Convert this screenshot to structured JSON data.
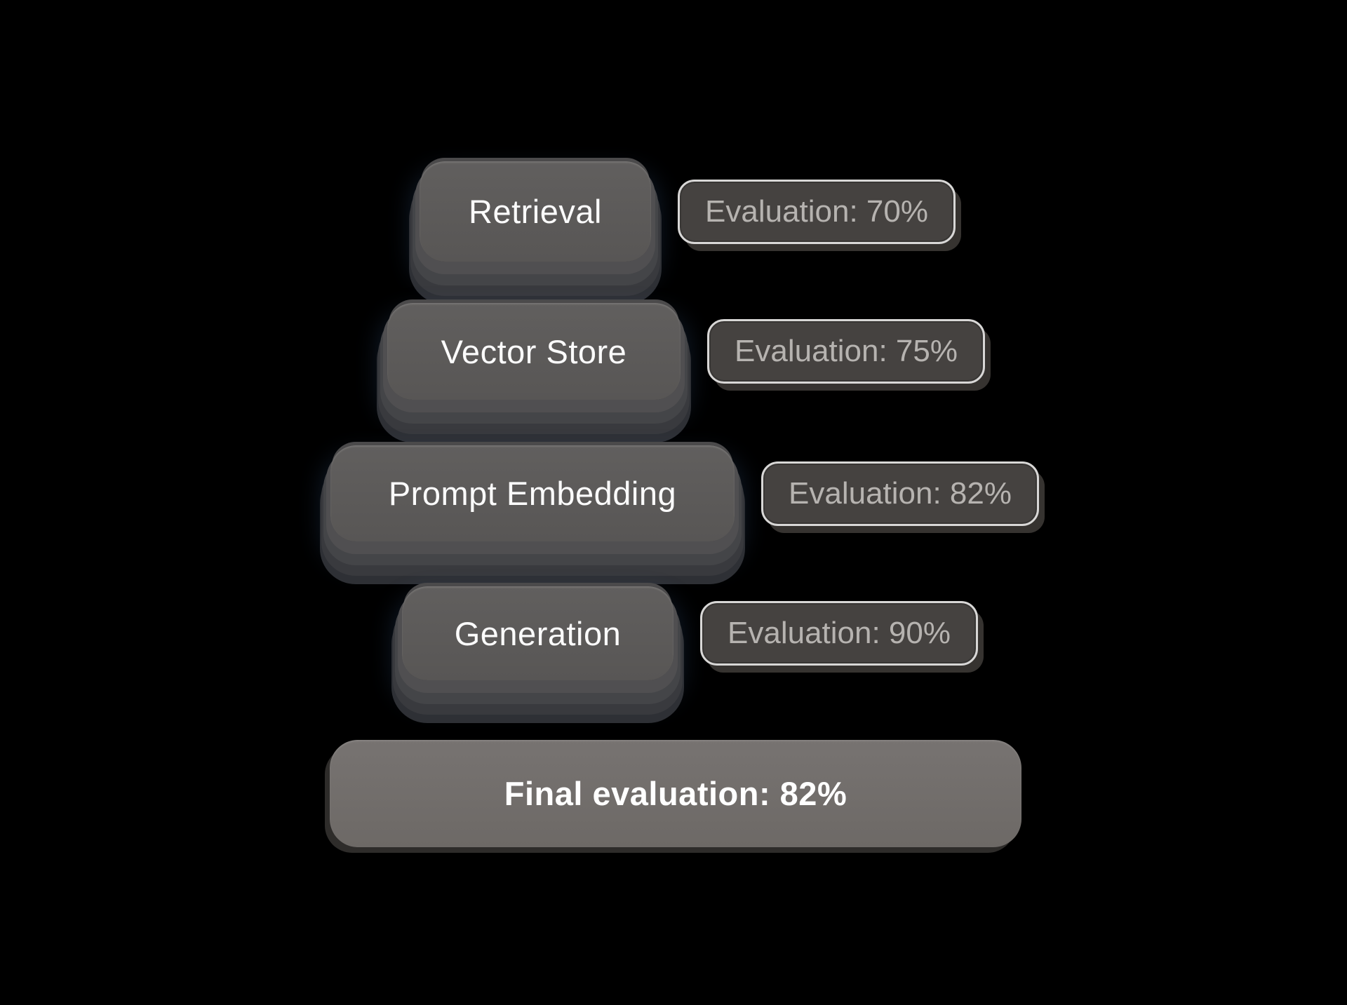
{
  "rows": [
    {
      "stage": "Retrieval",
      "evaluation": "Evaluation: 70%"
    },
    {
      "stage": "Vector Store",
      "evaluation": "Evaluation: 75%"
    },
    {
      "stage": "Prompt Embedding",
      "evaluation": "Evaluation: 82%"
    },
    {
      "stage": "Generation",
      "evaluation": "Evaluation: 90%"
    }
  ],
  "final": {
    "label": "Final evaluation: 82%"
  },
  "colors": {
    "background": "#000000",
    "pill_fill": "#5c5a59",
    "pill_text": "#fbfbfb",
    "stack_layer_1": "#504f51",
    "stack_layer_2": "#444548",
    "stack_layer_3": "#393a3e",
    "stack_layer_4": "#2e3035",
    "stack_glow_blue": "rgba(70,120,185,0.25)",
    "badge_fill": "#454240",
    "badge_border": "#d8d7d6",
    "badge_text": "#b6b3b0",
    "final_fill": "#716d6a",
    "final_text": "#ffffff"
  }
}
